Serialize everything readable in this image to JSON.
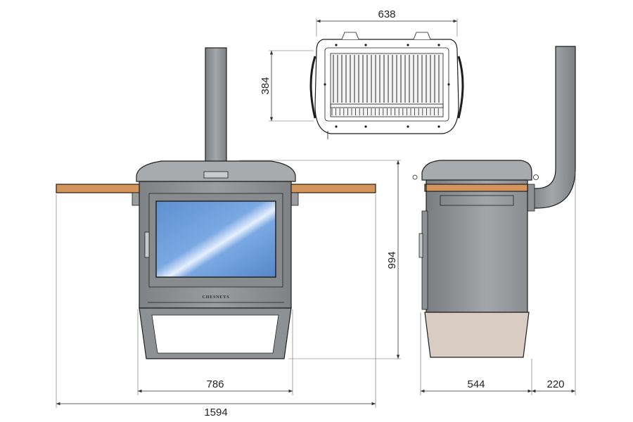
{
  "dimensions": {
    "grate_width": "638",
    "grate_depth": "384",
    "height": "994",
    "body_width": "786",
    "total_width": "1594",
    "side_depth": "544",
    "flue_offset": "220"
  },
  "brand": {
    "logo_text": "CHESNEYS"
  },
  "colors": {
    "metal": "#8e9194",
    "metal_dark": "#6f7275",
    "top_plate": "#a7abae",
    "glass": "#5f93d3",
    "wood_shelf": "#d4945a",
    "base_panel": "#d9ccc2",
    "outline": "#1e1e1e"
  }
}
